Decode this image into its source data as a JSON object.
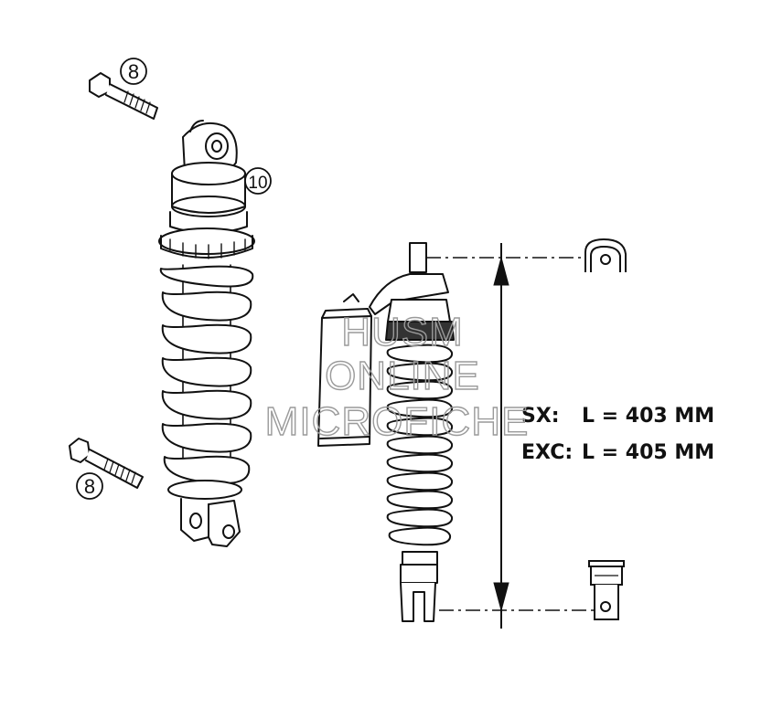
{
  "callouts": {
    "bolt_top": "8",
    "top_eye": "10",
    "bolt_bottom": "8"
  },
  "specs": {
    "sx_label": "SX:",
    "sx_value": "L = 403 MM",
    "exc_label": "EXC:",
    "exc_value": "L = 405 MM"
  },
  "watermark": {
    "line1": "HUSM",
    "line2": "ONLINE",
    "line3": "MICROFICHE"
  },
  "colors": {
    "ink": "#111111",
    "watermark": "#9a9a9a"
  }
}
